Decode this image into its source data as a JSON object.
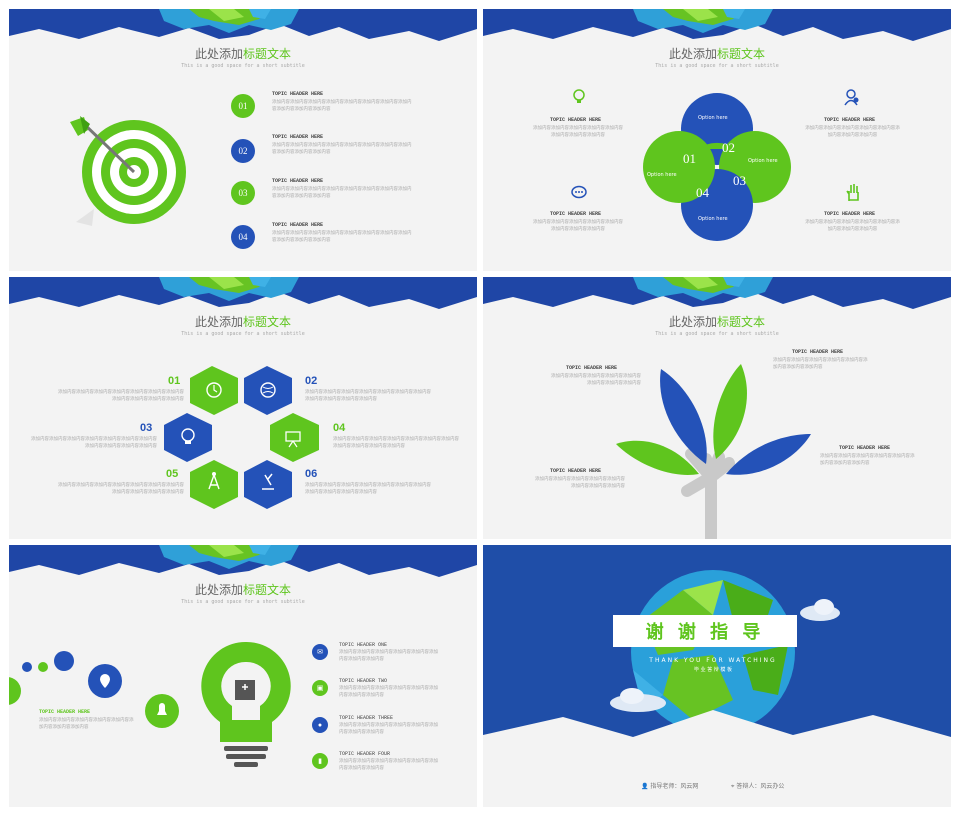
{
  "common": {
    "title_prefix": "此处添加",
    "title_highlight": "标题文本",
    "subtitle": "This is a good space for a short subtitle",
    "topic_header": "TOPIC HEADER HERE",
    "body_text": "添加内容添加内容添加内容添加内容添加内容添加内容添加内容添加内容",
    "body_text_short": "添加内容添加内容添加内容添加内容添加内容添加内容添加内容",
    "body_text_long": "添加内容添加内容添加内容添加内容添加内容添加内容添加内容添加内容添加内容添加内容添加内容"
  },
  "slide1": {
    "items": [
      {
        "num": "01",
        "color": "green"
      },
      {
        "num": "02",
        "color": "blue"
      },
      {
        "num": "03",
        "color": "green"
      },
      {
        "num": "04",
        "color": "blue"
      }
    ]
  },
  "slide2": {
    "numbers": [
      "01",
      "02",
      "03",
      "04"
    ],
    "option_label": "Option here",
    "icons": [
      "lightbulb-icon",
      "user-settings-icon",
      "chat-bubble-icon",
      "hand-icon"
    ]
  },
  "slide3": {
    "numbers": [
      "01",
      "02",
      "03",
      "04",
      "05",
      "06"
    ],
    "icons": [
      "clock-icon",
      "globe-icon",
      "bulb-icon",
      "presentation-icon",
      "compass-icon",
      "microscope-icon"
    ]
  },
  "slide5": {
    "left_header": "TOPIC HEADER HERE",
    "headers": [
      "TOPIC HEADER ONE",
      "TOPIC HEADER TWO",
      "TOPIC HEADER THREE",
      "TOPIC HEADER FOUR"
    ]
  },
  "slide6": {
    "thanks": "谢 谢 指 导",
    "thanks_en": "THANK YOU FOR WATCHING",
    "thanks_cn_small": "毕 业 答 辩 模 板",
    "advisor": "指导老师：风云网",
    "presenter": "答辩人：风云办公"
  },
  "colors": {
    "green": "#5fc51e",
    "blue": "#2452b8",
    "dark_blue": "#1f4ea8"
  }
}
